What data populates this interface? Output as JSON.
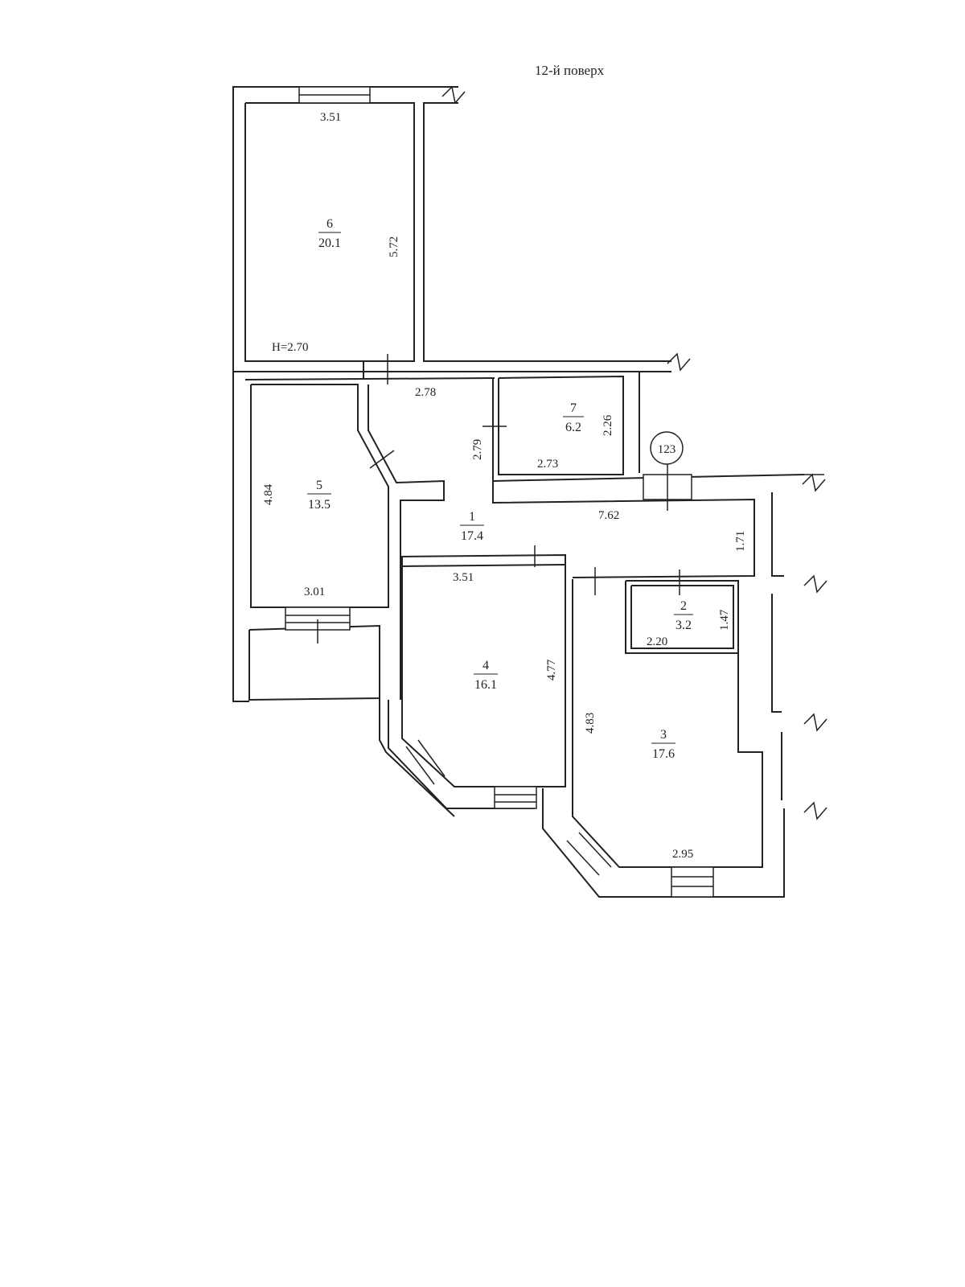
{
  "title": "12-й поверх",
  "ceiling_height": "H=2.70",
  "stair_marker": "123",
  "rooms": [
    {
      "number": "1",
      "area": "17.4"
    },
    {
      "number": "2",
      "area": "3.2"
    },
    {
      "number": "3",
      "area": "17.6"
    },
    {
      "number": "4",
      "area": "16.1"
    },
    {
      "number": "5",
      "area": "13.5"
    },
    {
      "number": "6",
      "area": "20.1"
    },
    {
      "number": "7",
      "area": "6.2"
    }
  ],
  "dimensions": {
    "room6_width": "3.51",
    "room6_length": "5.72",
    "hall_top": "2.78",
    "hall_left": "2.79",
    "room7_length": "2.26",
    "room7_width": "2.73",
    "room5_length": "4.84",
    "room5_width": "3.01",
    "corridor_length": "7.62",
    "corridor_width": "1.71",
    "room4_width": "3.51",
    "room4_length": "4.77",
    "room2_length": "1.47",
    "room2_width": "2.20",
    "room3_length": "4.83",
    "room3_width": "2.95"
  }
}
